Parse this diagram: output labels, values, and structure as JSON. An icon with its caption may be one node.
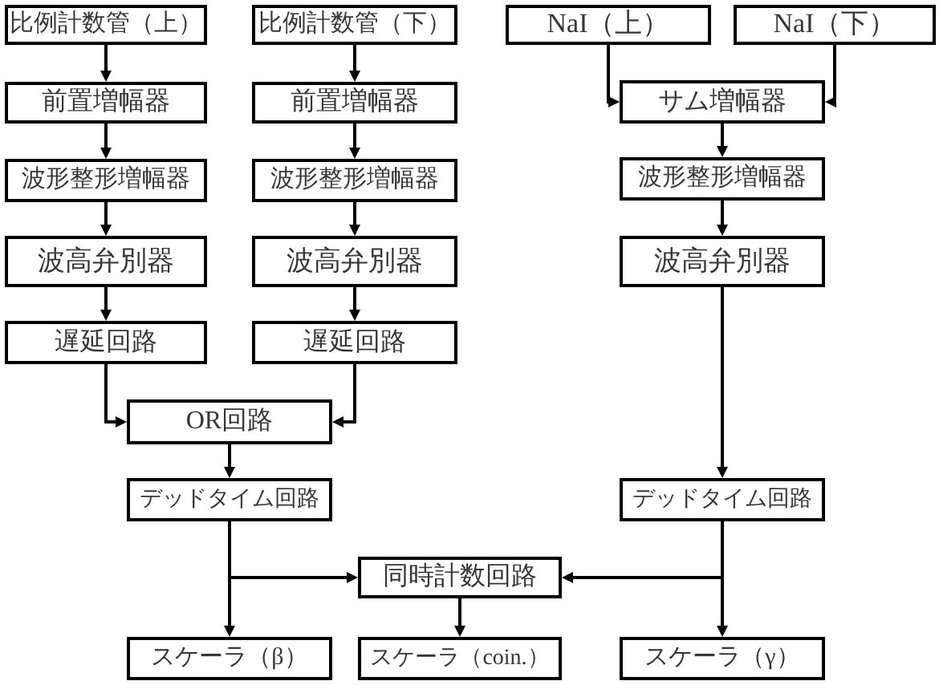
{
  "diagram": {
    "nodes": [
      {
        "text": [
          "比例計数管（上）"
        ]
      },
      {
        "text": [
          "比例計数管（下）"
        ]
      },
      {
        "text": [
          "NaI（上）"
        ]
      },
      {
        "text": [
          "NaI（下）"
        ]
      },
      {
        "text": [
          "前置増幅器"
        ]
      },
      {
        "text": [
          "前置増幅器"
        ]
      },
      {
        "text": [
          "サム増幅器"
        ]
      },
      {
        "text": [
          "波形整形増幅器"
        ]
      },
      {
        "text": [
          "波形整形増幅器"
        ]
      },
      {
        "text": [
          "波形整形増幅器"
        ]
      },
      {
        "text": [
          "波高弁別器"
        ]
      },
      {
        "text": [
          "波高弁別器"
        ]
      },
      {
        "text": [
          "波高弁別器"
        ]
      },
      {
        "text": [
          "遅延回路"
        ]
      },
      {
        "text": [
          "遅延回路"
        ]
      },
      {
        "text": [
          "OR回路"
        ]
      },
      {
        "text": [
          "デッドタイム回路"
        ]
      },
      {
        "text": [
          "デッドタイム回路"
        ]
      },
      {
        "text": [
          "同時計数回路"
        ]
      },
      {
        "text": [
          "スケーラ（β）"
        ]
      },
      {
        "text": [
          "スケーラ（coin.）"
        ]
      },
      {
        "text": [
          "スケーラ（γ）"
        ]
      }
    ],
    "edges": [
      {
        "from": 0,
        "to": 4,
        "arrow": "to"
      },
      {
        "from": 4,
        "to": 7,
        "arrow": "to"
      },
      {
        "from": 7,
        "to": 10,
        "arrow": "to"
      },
      {
        "from": 10,
        "to": 13,
        "arrow": "to"
      },
      {
        "from": 1,
        "to": 5,
        "arrow": "to"
      },
      {
        "from": 5,
        "to": 8,
        "arrow": "to"
      },
      {
        "from": 8,
        "to": 11,
        "arrow": "to"
      },
      {
        "from": 11,
        "to": 14,
        "arrow": "to"
      },
      {
        "from": 2,
        "to": 6,
        "arrow": "to"
      },
      {
        "from": 3,
        "to": 6,
        "arrow": "to"
      },
      {
        "from": 6,
        "to": 9,
        "arrow": "to"
      },
      {
        "from": 9,
        "to": 12,
        "arrow": "to"
      },
      {
        "from": 12,
        "to": 17,
        "arrow": "to"
      },
      {
        "from": 13,
        "to": 15,
        "arrow": "to"
      },
      {
        "from": 14,
        "to": 15,
        "arrow": "to"
      },
      {
        "from": 15,
        "to": 16,
        "arrow": "to"
      },
      {
        "from": 16,
        "to": 19,
        "arrow": "to"
      },
      {
        "from": 16,
        "to": 18,
        "arrow": "to"
      },
      {
        "from": 17,
        "to": 21,
        "arrow": "to"
      },
      {
        "from": 17,
        "to": 18,
        "arrow": "to"
      },
      {
        "from": 18,
        "to": 20,
        "arrow": "to"
      }
    ]
  }
}
